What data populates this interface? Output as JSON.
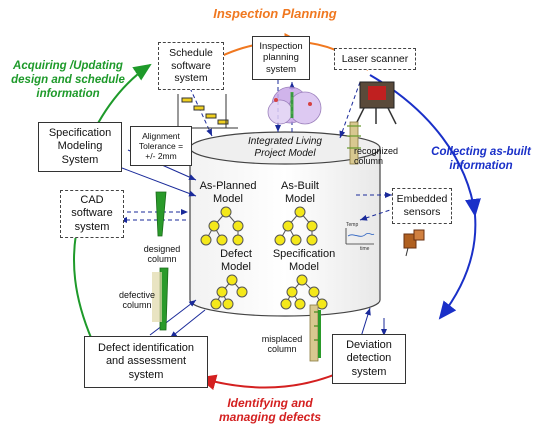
{
  "phases": {
    "top": "Inspection Planning",
    "left": [
      "Acquiring /Updating",
      "design and schedule",
      "information"
    ],
    "right": [
      "Collecting as-built",
      "information"
    ],
    "bottom": [
      "Identifying and",
      "managing defects"
    ]
  },
  "colors": {
    "top": "#f07820",
    "left": "#1e9a2a",
    "right": "#1a30c8",
    "bottom": "#d42020",
    "node": "#f4e81a"
  },
  "boxes": {
    "schedule": [
      "Schedule",
      "software",
      "system"
    ],
    "inspection": [
      "Inspection",
      "planning",
      "system"
    ],
    "laser": "Laser scanner",
    "specification": [
      "Specification",
      "Modeling",
      "System"
    ],
    "alignment": [
      "Alignment",
      "Tolerance =",
      "+/- 2mm"
    ],
    "cad": [
      "CAD",
      "software",
      "system"
    ],
    "embedded": [
      "Embedded",
      "sensors"
    ],
    "defect": [
      "Defect identification",
      "and assessment",
      "system"
    ],
    "deviation": [
      "Deviation",
      "detection",
      "system"
    ]
  },
  "cylinder": {
    "title": [
      "Integrated Living",
      "Project Model"
    ],
    "as_planned": [
      "As-Planned",
      "Model"
    ],
    "as_built": [
      "As-Built",
      "Model"
    ],
    "defect_model": [
      "Defect",
      "Model"
    ],
    "specification_model": [
      "Specification",
      "Model"
    ]
  },
  "labels": {
    "recognized": [
      "recognized",
      "column"
    ],
    "designed": [
      "designed",
      "column"
    ],
    "defective": [
      "defective",
      "column"
    ],
    "misplaced": [
      "misplaced",
      "column"
    ],
    "graph_temp": "Temp",
    "graph_time": "time"
  }
}
